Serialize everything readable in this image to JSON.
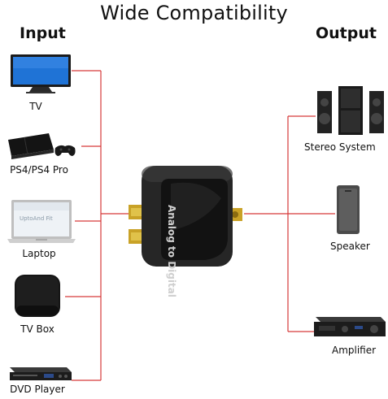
{
  "title": "Wide Compatibility",
  "input_heading": "Input",
  "output_heading": "Output",
  "inputs": [
    {
      "label": "TV",
      "icon": "tv-icon"
    },
    {
      "label": "PS4/PS4 Pro",
      "icon": "game-console-icon"
    },
    {
      "label": "Laptop",
      "icon": "laptop-icon"
    },
    {
      "label": "TV Box",
      "icon": "tv-box-icon"
    },
    {
      "label": "DVD Player",
      "icon": "dvd-player-icon"
    }
  ],
  "outputs": [
    {
      "label": "Stereo System",
      "icon": "stereo-speakers-icon"
    },
    {
      "label": "Speaker",
      "icon": "speaker-icon"
    },
    {
      "label": "Amplifier",
      "icon": "amplifier-icon"
    }
  ],
  "device": {
    "label": "Analog to Digital",
    "icon": "converter-device-icon"
  },
  "laptop_screen_text": "UptoAnd Fit",
  "colors": {
    "wire": "#d63a3a",
    "tv_screen": "#1f73d6",
    "device_body": "#2a2a2a"
  }
}
